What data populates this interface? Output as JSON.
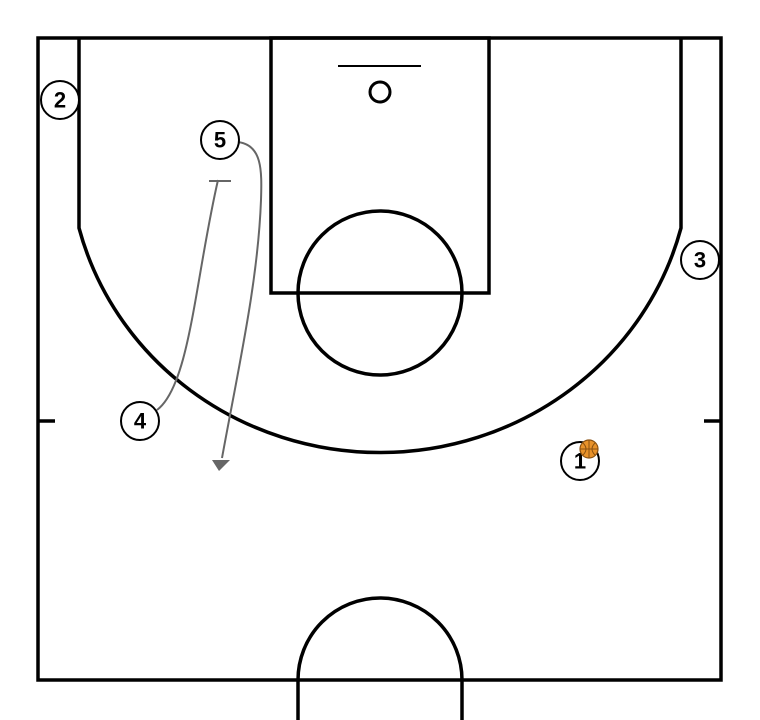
{
  "diagram": {
    "colors": {
      "court_lines": "#000000",
      "movement": "#666666",
      "ball": "#E8922A"
    },
    "players": [
      {
        "id": "p1",
        "label": "1",
        "has_ball": true
      },
      {
        "id": "p2",
        "label": "2"
      },
      {
        "id": "p3",
        "label": "3"
      },
      {
        "id": "p4",
        "label": "4"
      },
      {
        "id": "p5",
        "label": "5"
      }
    ],
    "actions": [
      {
        "type": "screen",
        "player": "4"
      },
      {
        "type": "cut",
        "player": "5"
      }
    ]
  }
}
